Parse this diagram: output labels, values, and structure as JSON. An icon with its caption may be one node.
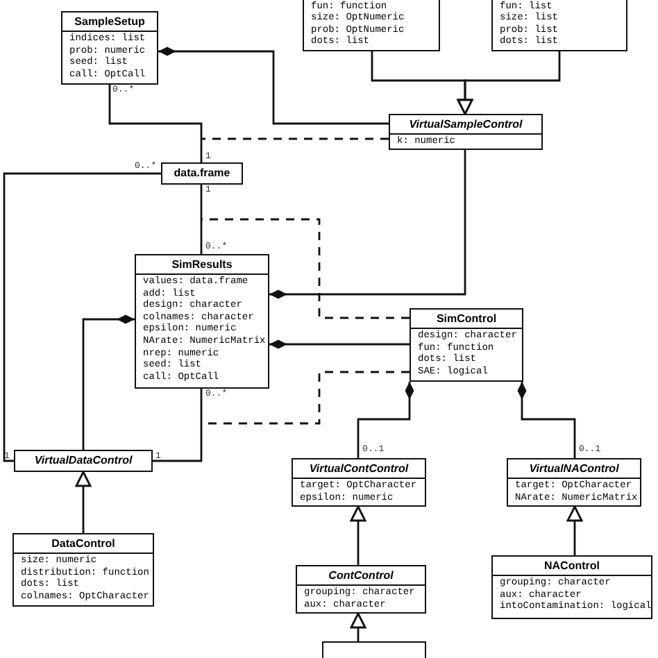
{
  "diagram": {
    "nodes": [
      {
        "text": [
          "fun: function",
          "size: OptNumeric",
          "prob: OptNumeric",
          "dots: list"
        ]
      },
      {
        "text": [
          "fun: list",
          "size: list",
          "prob: list",
          "dots: list"
        ]
      },
      {
        "text": [
          "SampleSetup",
          "indices: list",
          "prob: numeric",
          "seed: list",
          "call: OptCall"
        ]
      },
      {
        "text": [
          "VirtualSampleControl",
          "k: numeric"
        ]
      },
      {
        "text": [
          "data.frame"
        ]
      },
      {
        "text": [
          "SimResults",
          "values: data.frame",
          "add: list",
          "design: character",
          "colnames: character",
          "epsilon: numeric",
          "NArate: NumericMatrix",
          "nrep: numeric",
          "seed: list",
          "call: OptCall"
        ]
      },
      {
        "text": [
          "SimControl",
          "design: character",
          "fun: function",
          "dots: list",
          "SAE: logical"
        ]
      },
      {
        "text": [
          "VirtualDataControl"
        ]
      },
      {
        "text": [
          "VirtualContControl",
          "target: OptCharacter",
          "epsilon: numeric"
        ]
      },
      {
        "text": [
          "VirtualNAControl",
          "target: OptCharacter",
          "NArate: NumericMatrix"
        ]
      },
      {
        "text": [
          "DataControl",
          "size: numeric",
          "distribution: function",
          "dots: list",
          "colnames: OptCharacter"
        ]
      },
      {
        "text": [
          "ContControl",
          "grouping: character",
          "aux: character"
        ]
      },
      {
        "text": [
          "NAControl",
          "grouping: character",
          "aux: character",
          "intoContamination: logical"
        ]
      },
      {
        "text": [],
        "shape": "box"
      }
    ],
    "edges": [
      {
        "from": 0,
        "to": 3,
        "arrow": "to"
      },
      {
        "from": 1,
        "to": 3,
        "arrow": "to"
      },
      {
        "from": 3,
        "to": 2,
        "arrow": "other"
      },
      {
        "from": 2,
        "to": 4,
        "arrow": "none"
      },
      {
        "from": 3,
        "to": null,
        "arrow": "none",
        "style": "dashed"
      },
      {
        "from": 4,
        "to": 5,
        "arrow": "none"
      },
      {
        "from": 6,
        "to": null,
        "arrow": "none",
        "style": "dashed"
      },
      {
        "from": 6,
        "to": null,
        "arrow": "none",
        "style": "dashed"
      },
      {
        "from": 3,
        "to": 5,
        "arrow": "other"
      },
      {
        "from": 6,
        "to": 5,
        "arrow": "other"
      },
      {
        "from": 7,
        "to": 5,
        "arrow": "other"
      },
      {
        "from": 4,
        "to": 7,
        "arrow": "none"
      },
      {
        "from": 5,
        "to": 7,
        "arrow": "none"
      },
      {
        "from": 10,
        "to": 7,
        "arrow": "to"
      },
      {
        "from": 8,
        "to": 6,
        "arrow": "other"
      },
      {
        "from": 9,
        "to": 6,
        "arrow": "other"
      },
      {
        "from": 11,
        "to": 8,
        "arrow": "to"
      },
      {
        "from": 12,
        "to": 9,
        "arrow": "to"
      },
      {
        "from": 13,
        "to": 11,
        "arrow": "to"
      }
    ],
    "labels": [
      "0..*",
      "1",
      "0..*",
      "1",
      "0..*",
      "0..*",
      "0..1",
      "0..1",
      "1",
      "1"
    ]
  }
}
